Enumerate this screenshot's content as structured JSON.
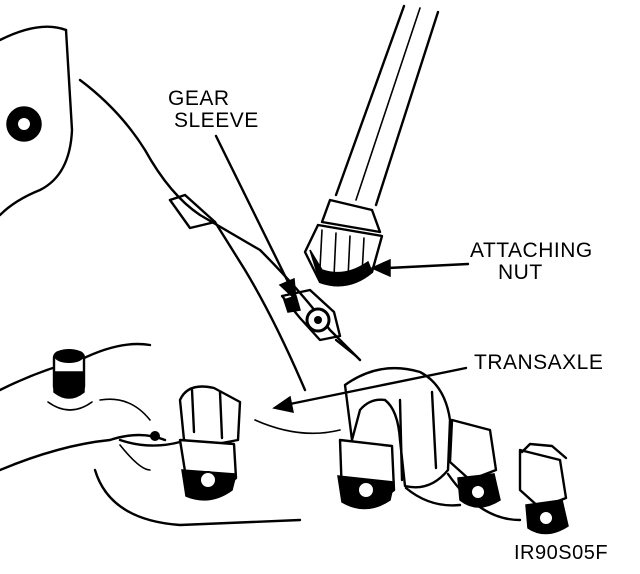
{
  "labels": {
    "gear_sleeve_line1": "GEAR",
    "gear_sleeve_line2": "SLEEVE",
    "attaching_nut_line1": "ATTACHING",
    "attaching_nut_line2": "NUT",
    "transaxle": "TRANSAXLE",
    "figure_code": "IR90S05F"
  },
  "icons": {
    "arrow": "leader-arrow",
    "bolt": "hex-bolt"
  }
}
